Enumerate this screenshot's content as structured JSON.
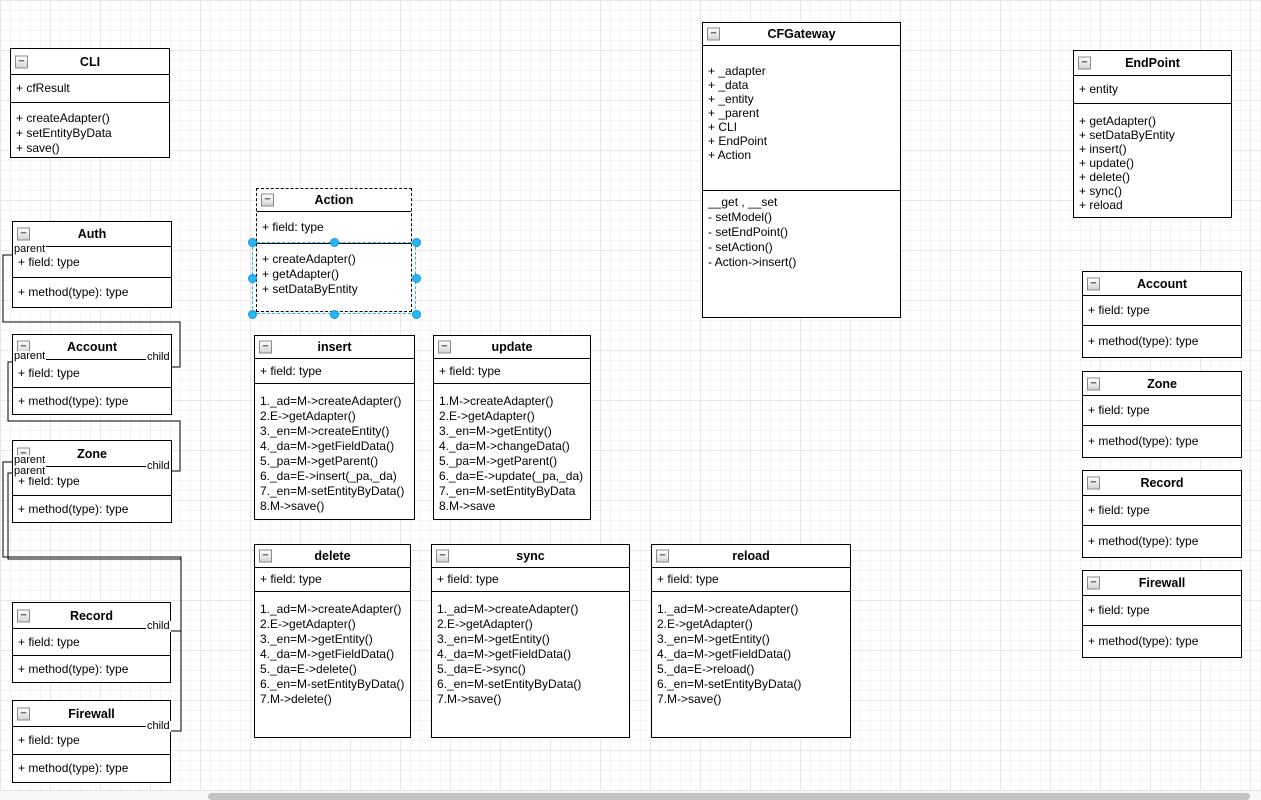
{
  "ui": {
    "collapse_glyph": "−",
    "selection_color": "#29b6f2",
    "grid_color": "#e8e8e8"
  },
  "edge_labels": {
    "parent": "parent",
    "child": "child"
  },
  "classes": {
    "cli": {
      "title": "CLI",
      "fields": [
        "+ cfResult"
      ],
      "methods": [
        "+ createAdapter()",
        "+ setEntityByData",
        "+ save()"
      ]
    },
    "auth": {
      "title": "Auth",
      "fields": [
        "+ field: type"
      ],
      "methods": [
        "+ method(type): type"
      ]
    },
    "account_left": {
      "title": "Account",
      "fields": [
        "+ field: type"
      ],
      "methods": [
        "+ method(type): type"
      ]
    },
    "zone_left": {
      "title": "Zone",
      "fields": [
        "+ field: type"
      ],
      "methods": [
        "+ method(type): type"
      ]
    },
    "record_left": {
      "title": "Record",
      "fields": [
        "+ field: type"
      ],
      "methods": [
        "+ method(type): type"
      ]
    },
    "firewall_left": {
      "title": "Firewall",
      "fields": [
        "+ field: type"
      ],
      "methods": [
        "+ method(type): type"
      ]
    },
    "action": {
      "title": "Action",
      "fields": [
        "+ field: type"
      ],
      "methods": [
        "+ createAdapter()",
        "+ getAdapter()",
        "+ setDataByEntity"
      ]
    },
    "cfgateway": {
      "title": "CFGateway",
      "fields": [
        "+ _adapter",
        "+ _data",
        "+ _entity",
        "+ _parent",
        "+ CLI",
        "+ EndPoint",
        "+ Action"
      ],
      "methods": [
        "__get , __set",
        "- setModel()",
        "- setEndPoint()",
        "- setAction()",
        "- Action->insert()"
      ]
    },
    "endpoint": {
      "title": "EndPoint",
      "fields": [
        "+ entity"
      ],
      "methods": [
        "+ getAdapter()",
        "+ setDataByEntity",
        "+ insert()",
        "+ update()",
        "+ delete()",
        "+ sync()",
        "+ reload"
      ]
    },
    "insert": {
      "title": "insert",
      "fields": [
        "+ field: type"
      ],
      "methods": [
        "1._ad=M->createAdapter()",
        "2.E->getAdapter()",
        "3._en=M->createEntity()",
        "4._da=M->getFieldData()",
        "5._pa=M->getParent()",
        "6._da=E->insert(_pa,_da)",
        "7._en=M-setEntityByData()",
        "8.M->save()"
      ]
    },
    "update": {
      "title": "update",
      "fields": [
        "+ field: type"
      ],
      "methods": [
        "1.M->createAdapter()",
        "2.E->getAdapter()",
        "3._en=M->getEntity()",
        "4._da=M->changeData()",
        "5._pa=M->getParent()",
        "6._da=E->update(_pa,_da)",
        "7._en=M-setEntityByData",
        "8.M->save"
      ]
    },
    "delete": {
      "title": "delete",
      "fields": [
        "+ field: type"
      ],
      "methods": [
        "1._ad=M->createAdapter()",
        "2.E->getAdapter()",
        "3._en=M->getEntity()",
        "4._da=M->getFieldData()",
        "5._da=E->delete()",
        "6._en=M-setEntityByData()",
        "7.M->delete()"
      ]
    },
    "sync": {
      "title": "sync",
      "fields": [
        "+ field: type"
      ],
      "methods": [
        "1._ad=M->createAdapter()",
        "2.E->getAdapter()",
        "3._en=M->getEntity()",
        "4._da=M->getFieldData()",
        "5._da=E->sync()",
        "6._en=M-setEntityByData()",
        "7.M->save()"
      ]
    },
    "reload": {
      "title": "reload",
      "fields": [
        "+ field: type"
      ],
      "methods": [
        "1._ad=M->createAdapter()",
        "2.E->getAdapter()",
        "3._en=M->getEntity()",
        "4._da=M->getFieldData()",
        "5._da=E->reload()",
        "6._en=M-setEntityByData()",
        "7.M->save()"
      ]
    },
    "account_right": {
      "title": "Account",
      "fields": [
        "+ field: type"
      ],
      "methods": [
        "+ method(type): type"
      ]
    },
    "zone_right": {
      "title": "Zone",
      "fields": [
        "+ field: type"
      ],
      "methods": [
        "+ method(type): type"
      ]
    },
    "record_right": {
      "title": "Record",
      "fields": [
        "+ field: type"
      ],
      "methods": [
        "+ method(type): type"
      ]
    },
    "firewall_right": {
      "title": "Firewall",
      "fields": [
        "+ field: type"
      ],
      "methods": [
        "+ method(type): type"
      ]
    }
  }
}
